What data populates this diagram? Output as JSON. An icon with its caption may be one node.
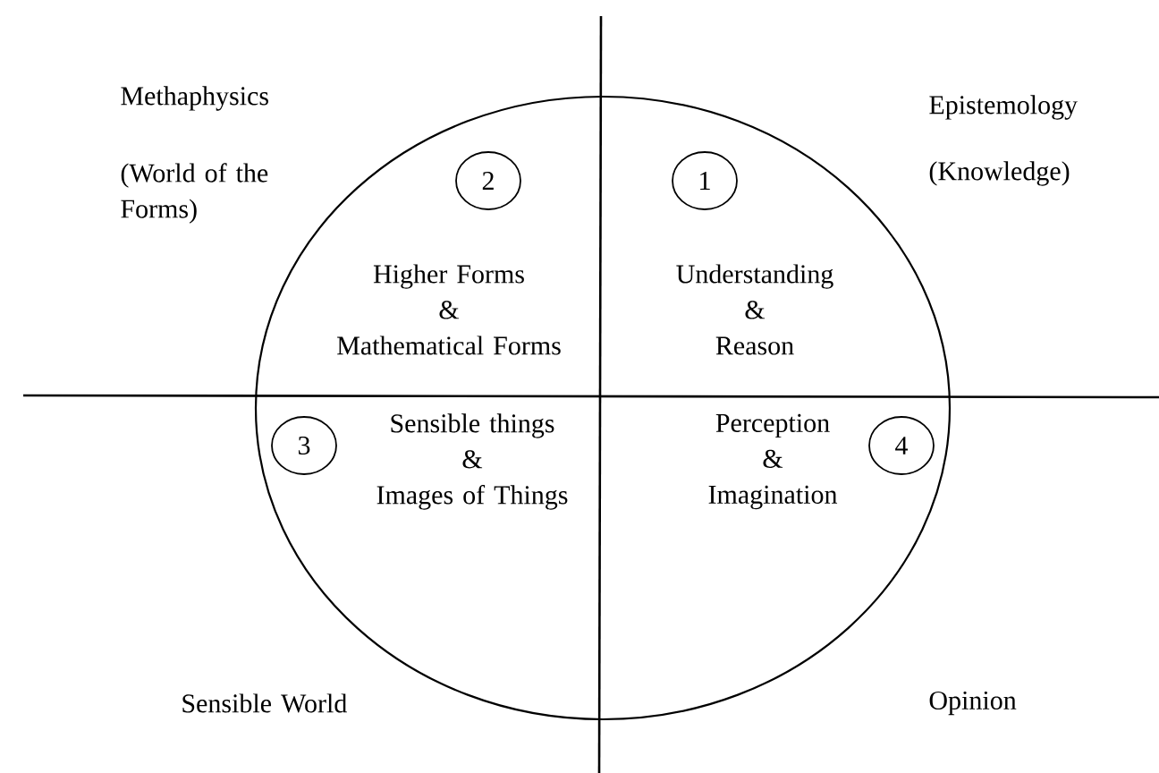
{
  "diagram": {
    "nodes": [
      {
        "text": [
          "Higher Forms & Mathematical Forms",
          "Understanding & Reason",
          "Sensible things & Images of Things",
          "Perception & Imagination"
        ]
      },
      {
        "text": [
          "2"
        ],
        "in": 0
      },
      {
        "text": [
          "1"
        ],
        "in": 0
      },
      {
        "text": [
          "3"
        ],
        "in": 0
      },
      {
        "text": [
          "4"
        ],
        "in": 0
      }
    ],
    "labels": [
      "Methaphysics",
      "Epistemology",
      "(World of the Forms)",
      "(Knowledge)",
      "Sensible World",
      "Opinion"
    ]
  }
}
